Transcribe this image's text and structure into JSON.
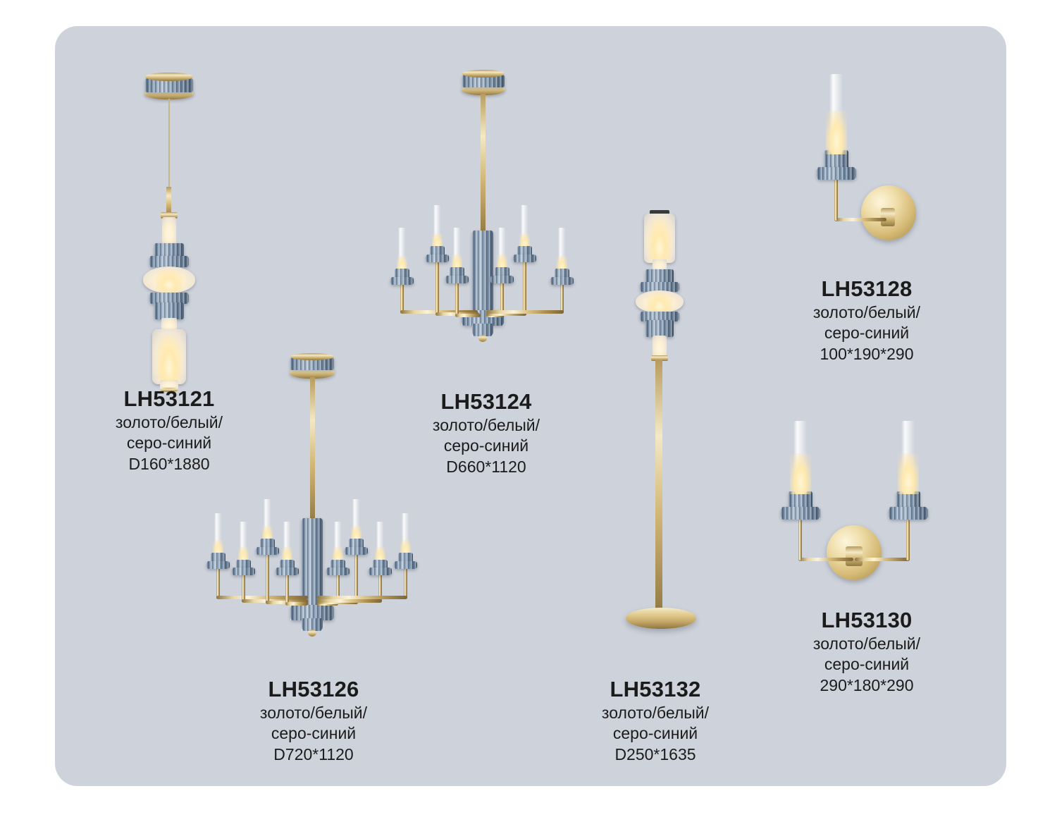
{
  "page": {
    "background_color": "#ffffff",
    "panel_color": "#ced2da",
    "text_color": "#1b1b1b",
    "accent_gold": "#e8d7a4",
    "accent_blue_gray": "#8ba2ba"
  },
  "products": [
    {
      "id": "lh53121",
      "model": "LH53121",
      "finish": "золото/белый/\nсеро-синий",
      "dimensions": "D160*1880",
      "type": "pendant-lamp"
    },
    {
      "id": "lh53124",
      "model": "LH53124",
      "finish": "золото/белый/\nсеро-синий",
      "dimensions": "D660*1120",
      "type": "chandelier-6-arm"
    },
    {
      "id": "lh53128",
      "model": "LH53128",
      "finish": "золото/белый/\nсеро-синий",
      "dimensions": "100*190*290",
      "type": "wall-sconce-single"
    },
    {
      "id": "lh53126",
      "model": "LH53126",
      "finish": "золото/белый/\nсеро-синий",
      "dimensions": "D720*1120",
      "type": "chandelier-8-arm"
    },
    {
      "id": "lh53132",
      "model": "LH53132",
      "finish": "золото/белый/\nсеро-синий",
      "dimensions": "D250*1635",
      "type": "floor-lamp"
    },
    {
      "id": "lh53130",
      "model": "LH53130",
      "finish": "золото/белый/\nсеро-синий",
      "dimensions": "290*180*290",
      "type": "wall-sconce-double"
    }
  ]
}
